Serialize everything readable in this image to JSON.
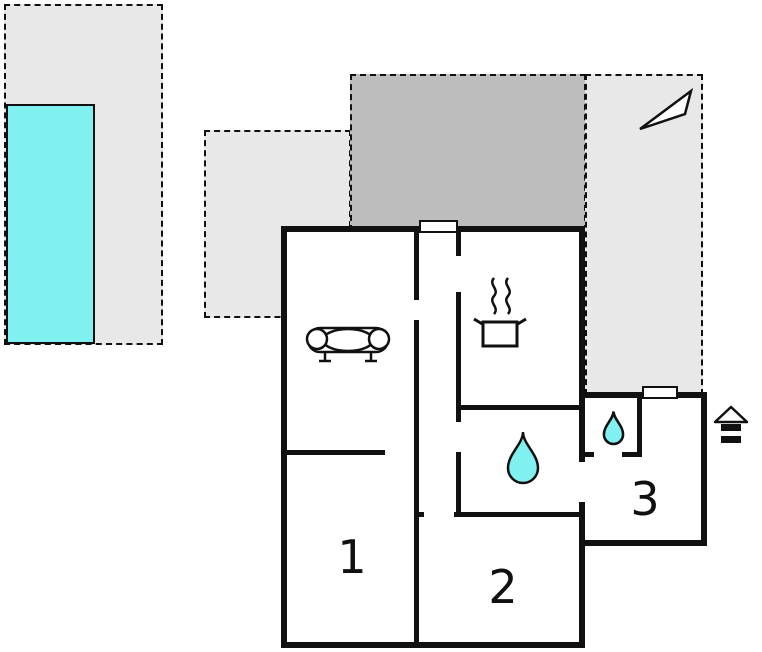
{
  "plan": {
    "rooms": [
      {
        "label": "1"
      },
      {
        "label": "2"
      },
      {
        "label": "3"
      }
    ],
    "icons": {
      "sofa": "sofa-icon",
      "stove": "stove-steam-icon",
      "bath": "water-drop-icon",
      "toilet": "small-water-drop-icon",
      "compass": "north-arrow-icon",
      "well": "well-icon",
      "pool": "swimming-pool",
      "entrance": "door-opening-marker",
      "window": "window-marker"
    },
    "colors": {
      "wall": "#111111",
      "terraceLight": "#e8e8e8",
      "terraceDark": "#bdbdbd",
      "water": "#80f0f0",
      "paper": "#ffffff"
    }
  }
}
